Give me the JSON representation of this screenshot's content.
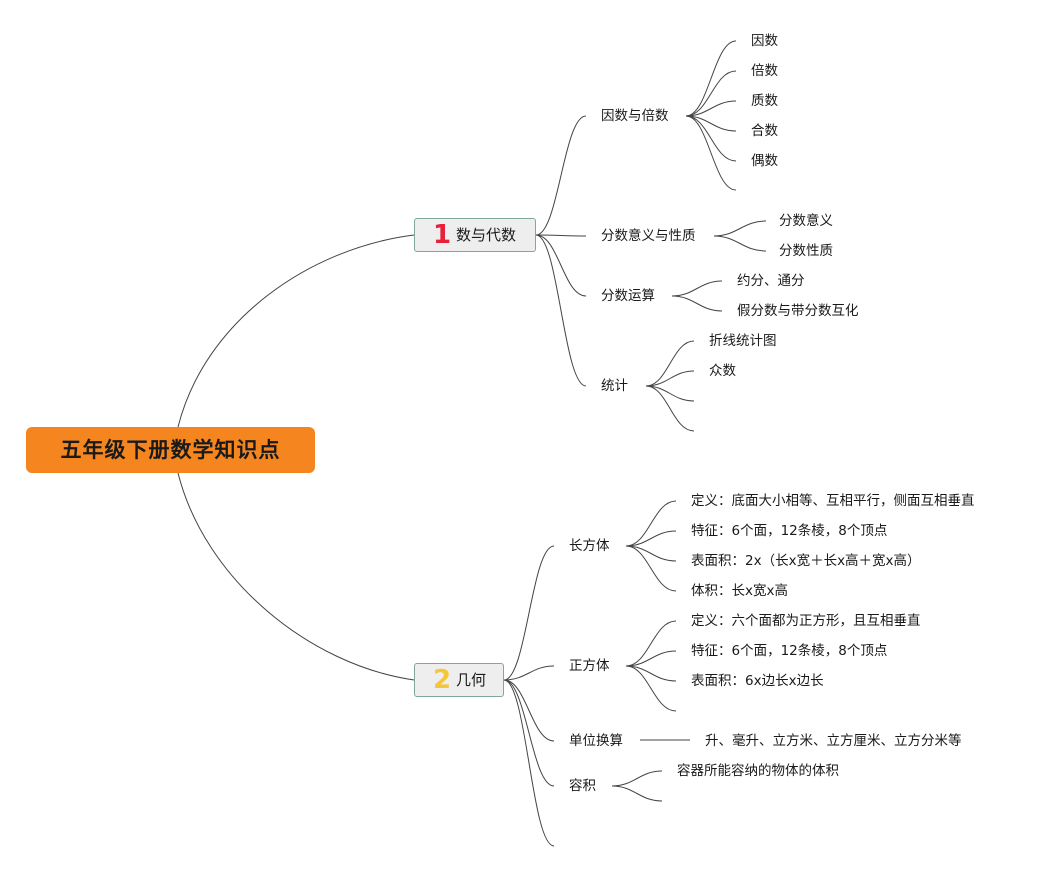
{
  "root": "五年级下册数学知识点",
  "colors": {
    "root": "#f5861f",
    "num1": "#e8213a",
    "num2": "#f6c63a",
    "branch_border": "#7fa79a"
  },
  "branches": [
    {
      "num": "1",
      "label": "数与代数",
      "children": [
        {
          "label": "因数与倍数",
          "items": [
            "因数",
            "倍数",
            "质数",
            "合数",
            "偶数",
            ""
          ]
        },
        {
          "label": "分数意义与性质",
          "items": [
            "分数意义",
            "分数性质"
          ]
        },
        {
          "label": "分数运算",
          "items": [
            "约分、通分",
            "假分数与带分数互化"
          ]
        },
        {
          "label": "统计",
          "items": [
            "折线统计图",
            "众数",
            "",
            ""
          ]
        }
      ]
    },
    {
      "num": "2",
      "label": "几何",
      "children": [
        {
          "label": "长方体",
          "items": [
            "定义：底面大小相等、互相平行，侧面互相垂直",
            "特征：6个面，12条棱，8个顶点",
            "表面积：2x（长x宽＋长x高＋宽x高）",
            "体积：长x宽x高"
          ]
        },
        {
          "label": "正方体",
          "items": [
            "定义：六个面都为正方形，且互相垂直",
            "特征：6个面，12条棱，8个顶点",
            "表面积：6x边长x边长",
            ""
          ]
        },
        {
          "label": "单位换算",
          "items": [
            "升、毫升、立方米、立方厘米、立方分米等"
          ]
        },
        {
          "label": "容积",
          "items": [
            "容器所能容纳的物体的体积",
            ""
          ]
        },
        {
          "label": "",
          "items": []
        }
      ]
    }
  ]
}
